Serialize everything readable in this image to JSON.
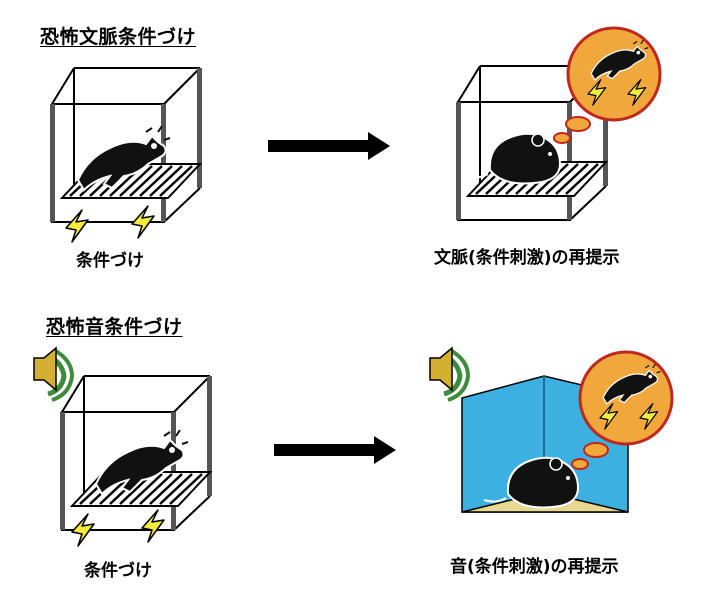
{
  "sections": {
    "contextual": {
      "title": "恐怖文脈条件づけ",
      "training_caption": "条件づけ",
      "test_caption": "文脈(条件刺激)の再提示"
    },
    "auditory": {
      "title": "恐怖音条件づけ",
      "training_caption": "条件づけ",
      "test_caption": "音(条件刺激)の再提示"
    }
  },
  "colors": {
    "memory_bubble_fill": "#f0a83c",
    "memory_bubble_stroke": "#c0281e",
    "shock_bolt": "#f5eb3c",
    "speaker_green": "#3c8c3c",
    "speaker_gold": "#d4b030",
    "new_context_wall": "#3cb0e0",
    "new_context_floor": "#e8d890",
    "arrow": "#000000"
  }
}
